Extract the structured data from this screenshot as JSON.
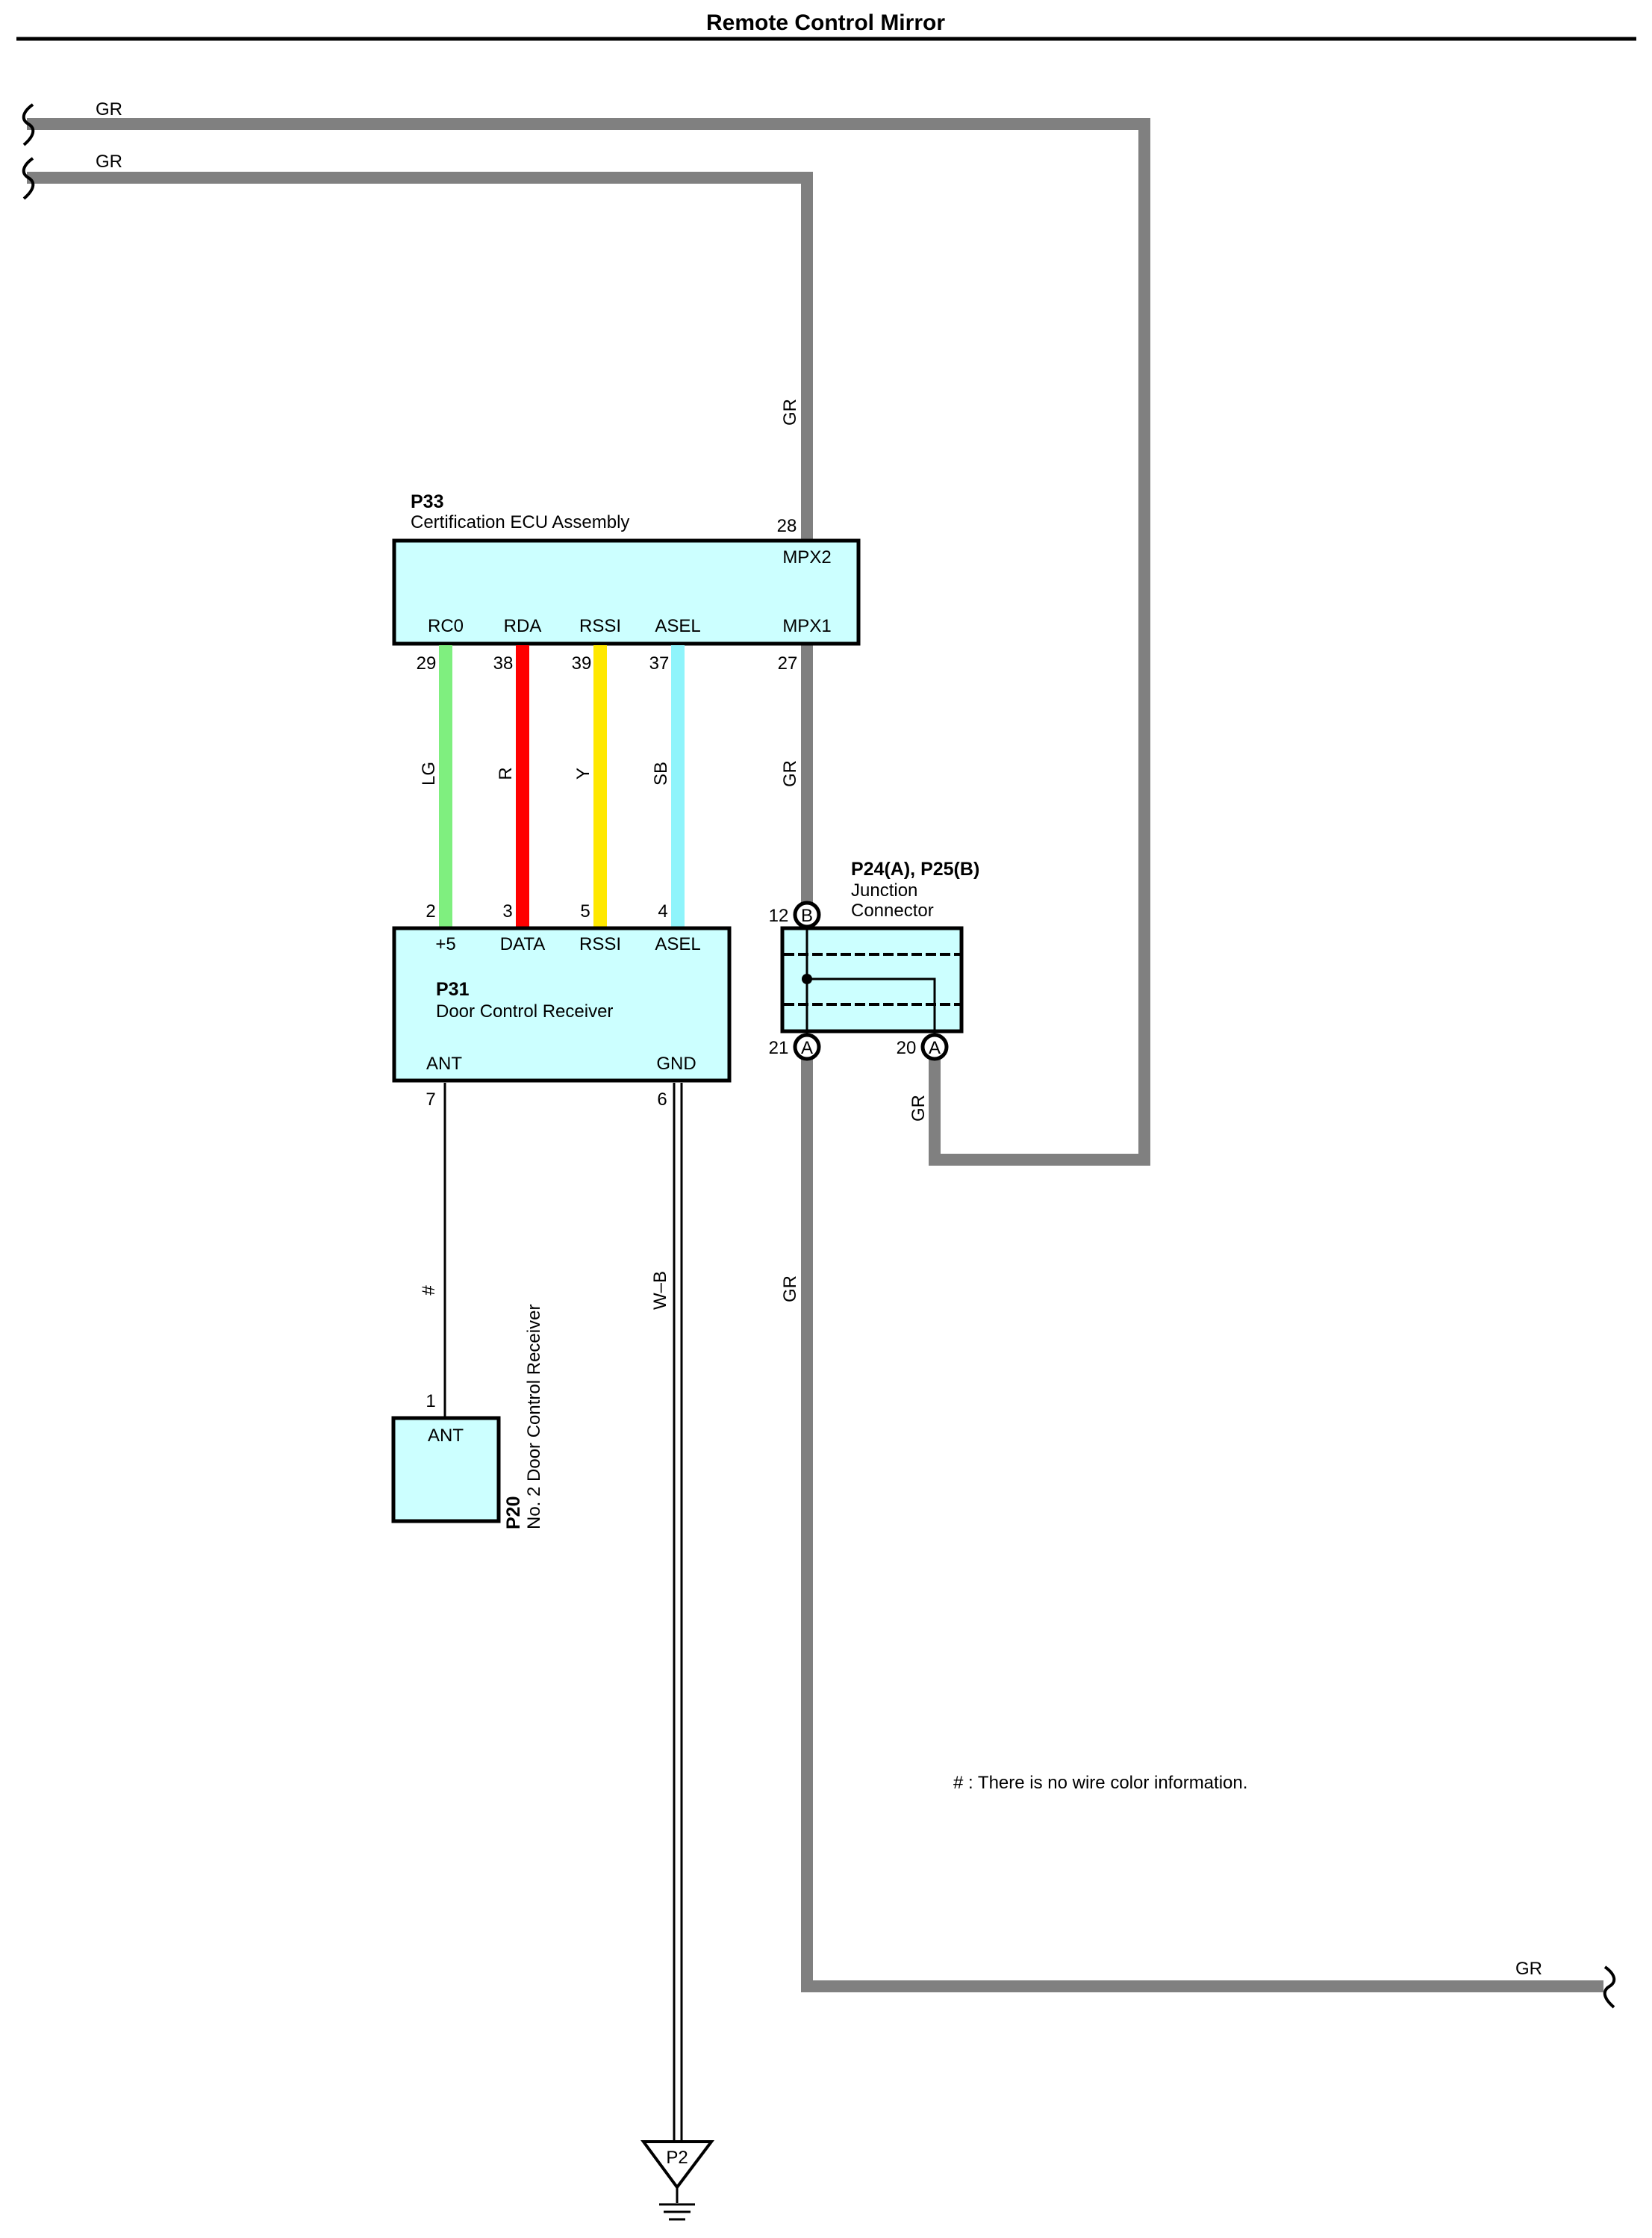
{
  "title": "Remote Control Mirror",
  "colors": {
    "GR": "#808080",
    "LG": "#7fef7f",
    "R": "#ff0000",
    "Y": "#ffe800",
    "SB": "#8ff4fb",
    "component_fill": "#ccffff"
  },
  "wire_labels": {
    "gr_top_1": "GR",
    "gr_top_2": "GR",
    "gr_vert_upper": "GR",
    "gr_vert_mid": "GR",
    "gr_vert_lower": "GR",
    "gr_junction_out": "GR",
    "gr_bottom": "GR",
    "lg": "LG",
    "r": "R",
    "y": "Y",
    "sb": "SB",
    "ant_wire": "#",
    "gnd_wire": "W–B"
  },
  "p33": {
    "code": "P33",
    "name": "Certification ECU Assembly",
    "pins": {
      "mpx2": {
        "label": "MPX2",
        "number": "28"
      },
      "mpx1": {
        "label": "MPX1",
        "number": "27"
      },
      "rc0": {
        "label": "RC0",
        "number": "29"
      },
      "rda": {
        "label": "RDA",
        "number": "38"
      },
      "rssi": {
        "label": "RSSI",
        "number": "39"
      },
      "asel": {
        "label": "ASEL",
        "number": "37"
      }
    }
  },
  "p31": {
    "code": "P31",
    "name": "Door Control Receiver",
    "pins": {
      "plus5": {
        "label": "+5",
        "number": "2"
      },
      "data": {
        "label": "DATA",
        "number": "3"
      },
      "rssi": {
        "label": "RSSI",
        "number": "5"
      },
      "asel": {
        "label": "ASEL",
        "number": "4"
      },
      "ant": {
        "label": "ANT",
        "number": "7"
      },
      "gnd": {
        "label": "GND",
        "number": "6"
      }
    }
  },
  "junction": {
    "code": "P24(A), P25(B)",
    "name_line1": "Junction",
    "name_line2": "Connector",
    "pin_b": {
      "letter": "B",
      "number": "12"
    },
    "pin_a21": {
      "letter": "A",
      "number": "21"
    },
    "pin_a20": {
      "letter": "A",
      "number": "20"
    }
  },
  "p20": {
    "code": "P20",
    "name": "No. 2 Door Control Receiver",
    "pin": {
      "label": "ANT",
      "number": "1"
    }
  },
  "ground": {
    "label": "P2"
  },
  "note": "# : There is no wire color information."
}
